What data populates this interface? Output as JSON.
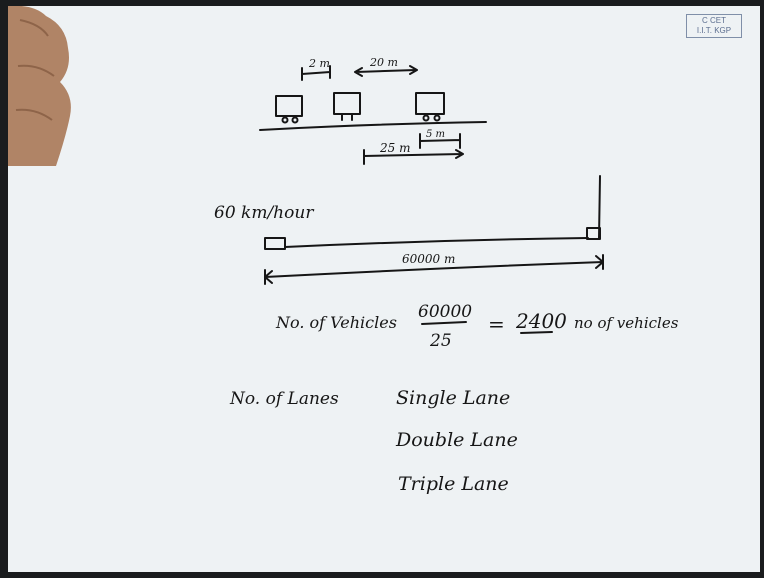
{
  "logo": {
    "line1": "C CET",
    "line2": "I.I.T. KGP"
  },
  "diagram": {
    "gap_label_1": "2 m",
    "gap_label_2": "20 m",
    "spacing_label": "25 m",
    "vehicle_length_label": "5 m",
    "speed_label": "60 km/hour",
    "distance_label": "60000 m"
  },
  "formula": {
    "prefix": "No. of Vehicles",
    "numerator": "60000",
    "denominator": "25",
    "equals": "=",
    "result": "2400",
    "suffix": "no of vehicles"
  },
  "lanes": {
    "heading": "No. of Lanes",
    "items": [
      "Single Lane",
      "Double Lane",
      "Triple Lane"
    ]
  },
  "colors": {
    "board": "#eef2f4",
    "ink": "#161616",
    "logo": "#5d6f90"
  }
}
